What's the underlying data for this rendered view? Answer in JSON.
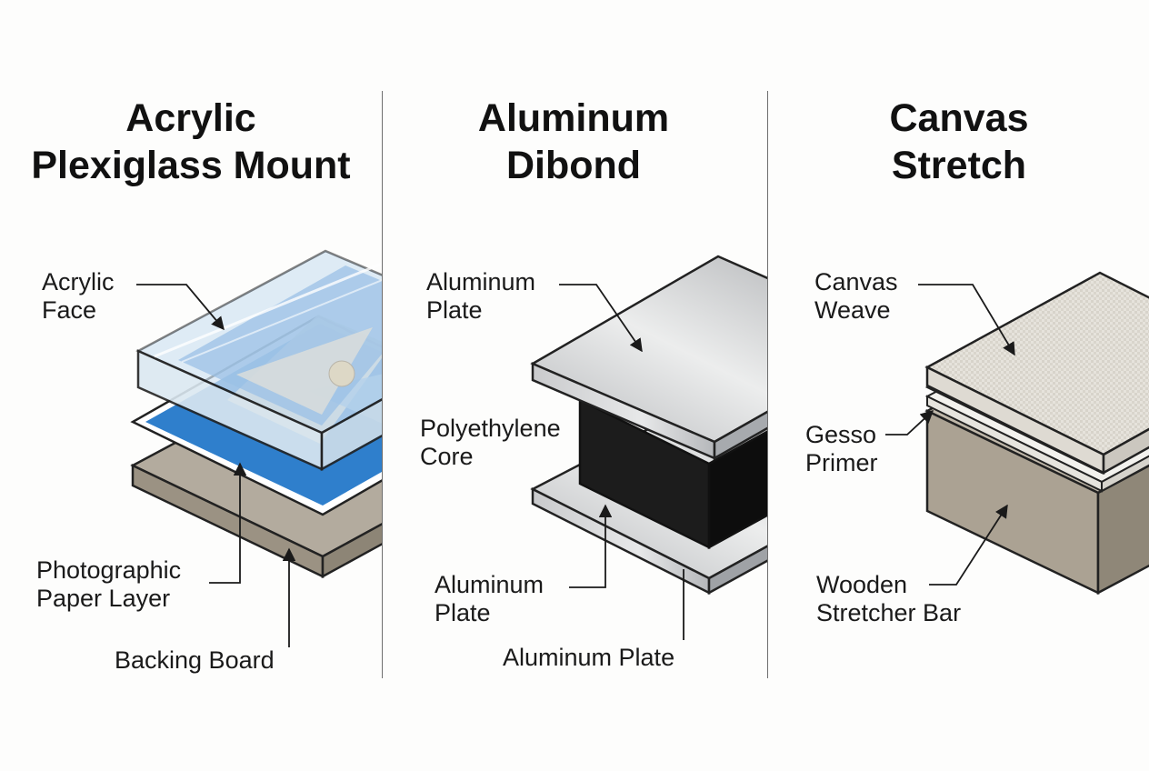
{
  "panels": [
    {
      "title_lines": [
        "Acrylic",
        "Plexiglass Mount"
      ],
      "labels": {
        "face": [
          "Acrylic",
          "Face"
        ],
        "paper": [
          "Photographic",
          "Paper Layer"
        ],
        "backing": [
          "Backing Board"
        ]
      }
    },
    {
      "title_lines": [
        "Aluminum",
        "Dibond"
      ],
      "labels": {
        "top_plate": [
          "Aluminum",
          "Plate"
        ],
        "core": [
          "Polyethylene",
          "Core"
        ],
        "bottom_plate": [
          "Aluminum",
          "Plate"
        ],
        "bottom_plate_edge": [
          "Aluminum Plate"
        ]
      }
    },
    {
      "title_lines": [
        "Canvas",
        "Stretch"
      ],
      "labels": {
        "weave": [
          "Canvas",
          "Weave"
        ],
        "primer": [
          "Gesso",
          "Primer"
        ],
        "stretcher": [
          "Wooden",
          "Stretcher Bar"
        ]
      }
    }
  ],
  "colors": {
    "acrylic_face": "#e8f1f7",
    "photo_blue": "#2f7fcc",
    "backing_board": "#a79e8f",
    "aluminum": "#c9cacc",
    "pe_core": "#111111",
    "canvas": "#e6e3dc",
    "gesso": "#f1f0ec",
    "wood_frame": "#aba293"
  }
}
